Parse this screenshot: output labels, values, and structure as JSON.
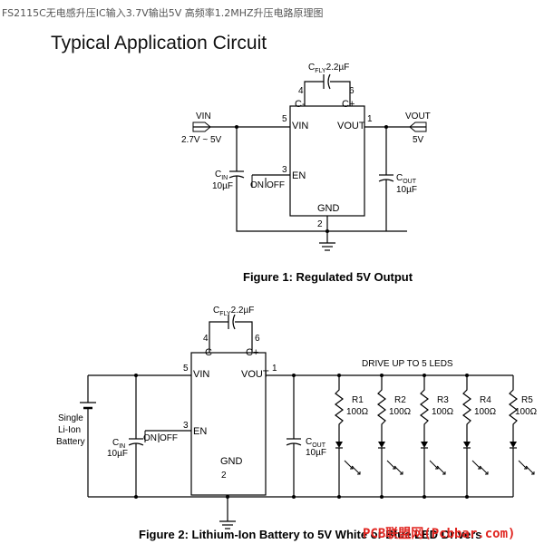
{
  "header": "FS2115C无电感升压IC输入3.7V输出5V 高频率1.2MHZ升压电路原理图",
  "title": "Typical Application Circuit",
  "watermark": "PCB联盟网(Pcbbar.com)",
  "figure1": {
    "caption": "Figure 1: Regulated 5V Output",
    "cfly": "C",
    "cfly_sub": "FLY",
    "cfly_value": "2.2µF",
    "pin4": "4",
    "pin4_label": "C-",
    "pin6": "6",
    "pin6_label": "C+",
    "pin5": "5",
    "pin5_label": "VIN",
    "pin1": "1",
    "pin1_label": "VOUT",
    "pin3": "3",
    "pin3_label": "EN",
    "pin2": "2",
    "pin2_label": "GND",
    "vin_label": "VIN",
    "vin_range": "2.7V ~ 5V",
    "vout_label": "VOUT",
    "vout_value": "5V",
    "cin": "C",
    "cin_sub": "IN",
    "cin_value": "10µF",
    "cout": "C",
    "cout_sub": "OUT",
    "cout_value": "10µF",
    "switch_on": "ON",
    "switch_off": "OFF"
  },
  "figure2": {
    "caption": "Figure 2: Lithium-Ion Battery to 5V White or Blue LED Drivers",
    "cfly": "C",
    "cfly_sub": "FLY",
    "cfly_value": "2.2µF",
    "pin4": "4",
    "pin4_label": "C-",
    "pin6": "6",
    "pin6_label": "C+",
    "pin5": "5",
    "pin5_label": "VIN",
    "pin1": "1",
    "pin1_label": "VOUT",
    "pin3": "3",
    "pin3_label": "EN",
    "pin2": "2",
    "pin2_label": "GND",
    "battery_line1": "Single",
    "battery_line2": "Li-Ion",
    "battery_line3": "Battery",
    "cin": "C",
    "cin_sub": "IN",
    "cin_value": "10µF",
    "cout": "C",
    "cout_sub": "OUT",
    "cout_value": "10µF",
    "switch_on": "ON",
    "switch_off": "OFF",
    "drive_label": "DRIVE UP TO 5 LEDS",
    "resistors": [
      {
        "name": "R1",
        "value": "100Ω"
      },
      {
        "name": "R2",
        "value": "100Ω"
      },
      {
        "name": "R3",
        "value": "100Ω"
      },
      {
        "name": "R4",
        "value": "100Ω"
      },
      {
        "name": "R5",
        "value": "100Ω"
      }
    ]
  }
}
